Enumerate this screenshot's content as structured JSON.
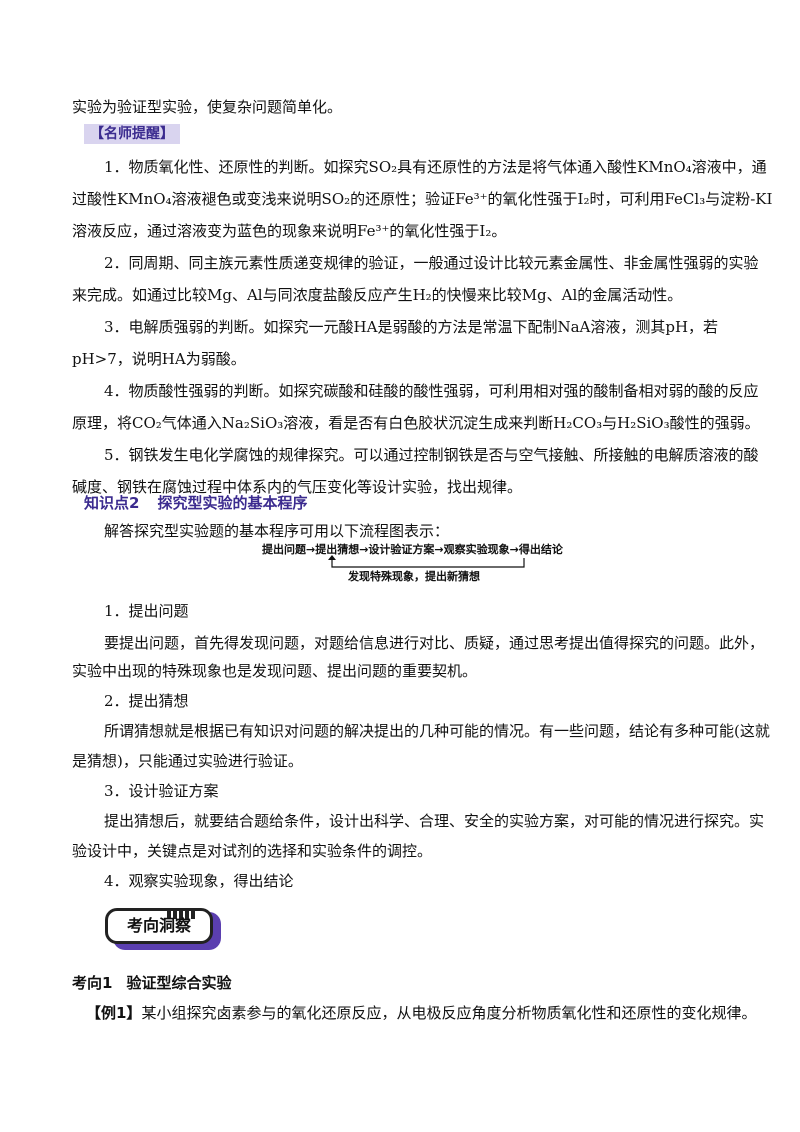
{
  "intro_tail": "实验为验证型实验，使复杂问题简单化。",
  "tip_badge": "【名师提醒】",
  "tips": {
    "t1": {
      "l1": "1．物质氧化性、还原性的判断。如探究SO₂具有还原性的方法是将气体通入酸性KMnO₄溶液中，通",
      "l2": "过酸性KMnO₄溶液褪色或变浅来说明SO₂的还原性；验证Fe³⁺的氧化性强于I₂时，可利用FeCl₃与淀粉-KI",
      "l3": "溶液反应，通过溶液变为蓝色的现象来说明Fe³⁺的氧化性强于I₂。"
    },
    "t2": {
      "l1": "2．同周期、同主族元素性质递变规律的验证，一般通过设计比较元素金属性、非金属性强弱的实验",
      "l2": "来完成。如通过比较Mg、Al与同浓度盐酸反应产生H₂的快慢来比较Mg、Al的金属活动性。"
    },
    "t3": {
      "l1": "3．电解质强弱的判断。如探究一元酸HA是弱酸的方法是常温下配制NaA溶液，测其pH，若",
      "l2": "pH>7，说明HA为弱酸。"
    },
    "t4": {
      "l1": "4．物质酸性强弱的判断。如探究碳酸和硅酸的酸性强弱，可利用相对强的酸制备相对弱的酸的反应",
      "l2": "原理，将CO₂气体通入Na₂SiO₃溶液，看是否有白色胶状沉淀生成来判断H₂CO₃与H₂SiO₃酸性的强弱。"
    },
    "t5": {
      "l1": "5．钢铁发生电化学腐蚀的规律探究。可以通过控制钢铁是否与空气接触、所接触的电解质溶液的酸",
      "l2": "碱度、钢铁在腐蚀过程中体系内的气压变化等设计实验，找出规律。"
    }
  },
  "knowledge_point": {
    "num": "知识点2",
    "title": "探究型实验的基本程序"
  },
  "flow_intro": "解答探究型实验题的基本程序可用以下流程图表示：",
  "flowchart": {
    "steps": "提出问题→提出猜想→设计验证方案→观察实验现象→得出结论",
    "feedback": "发现特殊现象，提出新猜想"
  },
  "steps": {
    "s1": {
      "title": "1．提出问题",
      "l1": "要提出问题，首先得发现问题，对题给信息进行对比、质疑，通过思考提出值得探究的问题。此外，",
      "l2": "实验中出现的特殊现象也是发现问题、提出问题的重要契机。"
    },
    "s2": {
      "title": "2．提出猜想",
      "l1": "所谓猜想就是根据已有知识对问题的解决提出的几种可能的情况。有一些问题，结论有多种可能(这就",
      "l2": "是猜想)，只能通过实验进行验证。"
    },
    "s3": {
      "title": "3．设计验证方案",
      "l1": "提出猜想后，就要结合题给条件，设计出科学、合理、安全的实验方案，对可能的情况进行探究。实",
      "l2": "验设计中，关键点是对试剂的选择和实验条件的调控。"
    },
    "s4": {
      "title": "4．观察实验现象，得出结论"
    }
  },
  "banner_label": "考向洞察",
  "direction": {
    "num": "考向1",
    "title": "验证型综合实验"
  },
  "example": {
    "tag": "【例1】",
    "text": "某小组探究卤素参与的氧化还原反应，从电极反应角度分析物质氧化性和还原性的变化规律。"
  }
}
